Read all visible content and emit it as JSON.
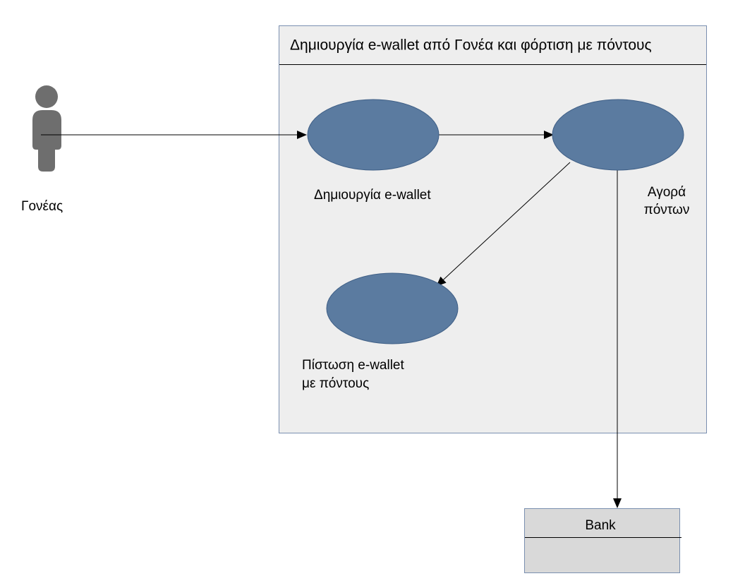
{
  "diagram": {
    "system_boundary": {
      "title": "Δημιουργία e-wallet από Γονέα και φόρτιση με πόντους"
    },
    "actor": {
      "label": "Γονέας",
      "icon": "person-icon"
    },
    "use_cases": [
      {
        "id": "create",
        "label_lines": [
          "Δημιουργία e-wallet"
        ]
      },
      {
        "id": "buy",
        "label_lines": [
          "Αγορά",
          "πόντων"
        ]
      },
      {
        "id": "credit",
        "label_lines": [
          "Πίστωση e-wallet",
          "με πόντους"
        ]
      }
    ],
    "external": {
      "bank": {
        "title": "Bank"
      }
    },
    "edges": [
      {
        "from": "actor",
        "to": "create"
      },
      {
        "from": "create",
        "to": "buy"
      },
      {
        "from": "buy",
        "to": "credit"
      },
      {
        "from": "buy",
        "to": "bank"
      }
    ],
    "colors": {
      "use_case_fill": "#5b7ba0",
      "use_case_stroke": "#3f5f86",
      "boundary_fill": "#eeeeee",
      "boundary_stroke": "#7a8fb0",
      "bank_fill": "#d9d9d9",
      "actor_fill": "#6e6e6e"
    }
  }
}
